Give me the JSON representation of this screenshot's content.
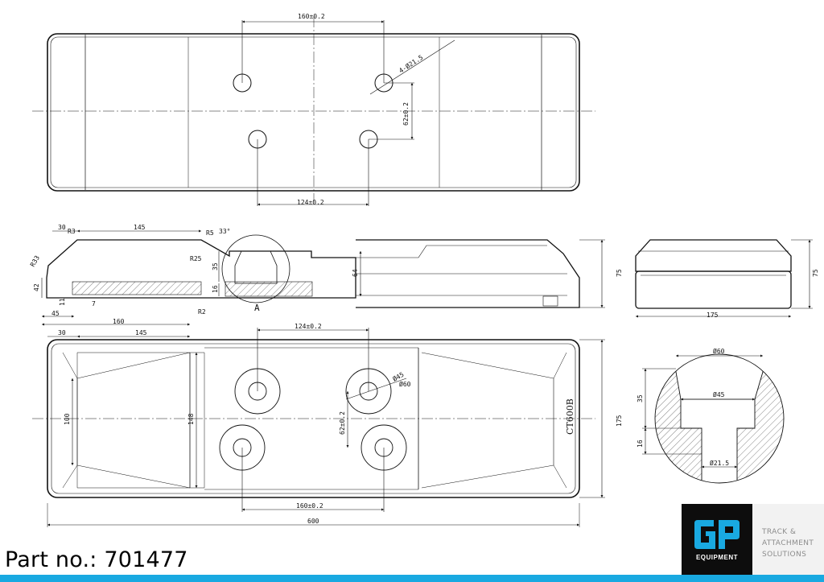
{
  "part": {
    "label": "Part no.:",
    "number": "701477"
  },
  "brand": {
    "name": "EQUIPMENT",
    "slogan": [
      "TRACK &",
      "ATTACHMENT",
      "SOLUTIONS"
    ],
    "accent_color": "#19a9e1"
  },
  "dimensions": {
    "top_hole_spacing_x": "160±0.2",
    "top_hole_spacing_x2": "124±0.2",
    "top_hole_spacing_y": "62±0.2",
    "hole_callout": "4-Ø21.5",
    "side_chamfer_left": "30",
    "side_length_top": "145",
    "side_chamfer_angle": "33°",
    "side_r33": "R33",
    "side_r3": "R3",
    "side_r25": "R25",
    "side_r5": "R5",
    "side_h42": "42",
    "side_h35": "35",
    "side_h16": "16",
    "side_h64": "64",
    "side_h75": "75",
    "side_b11": "11",
    "side_b7": "7",
    "side_b45": "45",
    "side_b160": "160",
    "side_r2": "R2",
    "section_label": "A",
    "end_width": "175",
    "end_height": "75",
    "bottom_30": "30",
    "bottom_145": "145",
    "bottom_124": "124±0.2",
    "bottom_160": "160±0.2",
    "bottom_62": "62±0.2",
    "bottom_d45": "Ø45",
    "bottom_d60": "Ø60",
    "bottom_100": "100",
    "bottom_148": "148",
    "bottom_175": "175",
    "bottom_600": "600",
    "bottom_model": "CT600B",
    "detail_d60": "Ø60",
    "detail_d45": "Ø45",
    "detail_d21": "Ø21.5",
    "detail_35": "35",
    "detail_16": "16"
  }
}
